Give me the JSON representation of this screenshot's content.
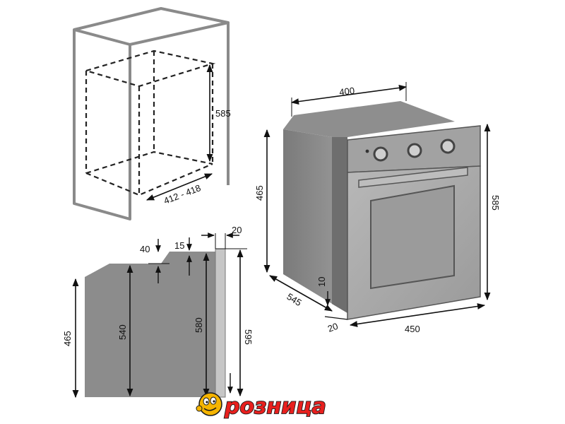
{
  "colors": {
    "cabinet_line": "#8a8a8a",
    "cabinet_fill": "#ffffff",
    "dashed": "#222222",
    "side_panel": "#8c8c8c",
    "side_dark": "#6e6e6e",
    "front_panel": "#9a9a9a",
    "door": "#a9a9a9",
    "window": "#9b9b9b",
    "knob": "#555555",
    "brand_red": "#e8201e",
    "brand_outline": "#1a1a1a",
    "mascot": "#f5b400"
  },
  "icons": [
    "mascot-icon"
  ],
  "dimensions": {
    "cabinet_height": "585",
    "cabinet_depth": "412 - 418",
    "oven_width_top": "400",
    "oven_side_height": "465",
    "oven_front_height": "585",
    "oven_depth": "545",
    "oven_front_width": "450",
    "oven_foot": "10",
    "oven_offset": "20",
    "side_top_offset": "40",
    "side_step": "15",
    "side_panel_thickness": "20",
    "side_rear_height": "465",
    "side_mid_height": "540",
    "side_inner_height": "580",
    "side_total_height": "595"
  },
  "brand": {
    "name": "розница"
  }
}
